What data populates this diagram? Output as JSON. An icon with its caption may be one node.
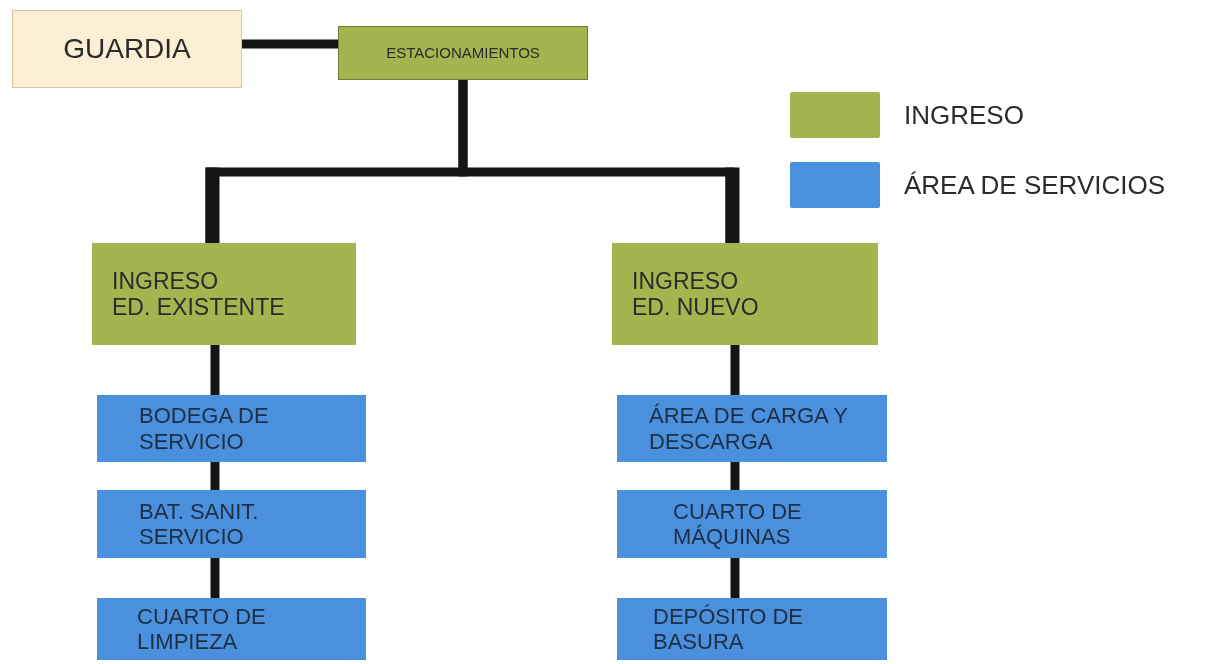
{
  "diagram": {
    "nodes": [
      {
        "text": [
          "GUARDIA"
        ]
      },
      {
        "text": [
          "ESTACIONAMIENTOS"
        ]
      },
      {
        "text": [
          "INGRESO",
          "ED. EXISTENTE"
        ]
      },
      {
        "text": [
          "INGRESO",
          "ED. NUEVO"
        ]
      },
      {
        "text": [
          "BODEGA DE SERVICIO"
        ]
      },
      {
        "text": [
          "BAT. SANIT. SERVICIO"
        ]
      },
      {
        "text": [
          "CUARTO DE LIMPIEZA"
        ]
      },
      {
        "text": [
          "ÁREA DE CARGA Y DESCARGA"
        ]
      },
      {
        "text": [
          "CUARTO DE MÁQUINAS"
        ]
      },
      {
        "text": [
          "DEPÓSITO DE BASURA"
        ]
      }
    ],
    "edges": [
      {
        "from": 0,
        "to": 1,
        "arrow": "none"
      },
      {
        "from": 1,
        "to": 2,
        "arrow": "none"
      },
      {
        "from": 1,
        "to": 3,
        "arrow": "none"
      },
      {
        "from": 2,
        "to": 4,
        "arrow": "none"
      },
      {
        "from": 4,
        "to": 5,
        "arrow": "none"
      },
      {
        "from": 5,
        "to": 6,
        "arrow": "none"
      },
      {
        "from": 3,
        "to": 7,
        "arrow": "none"
      },
      {
        "from": 7,
        "to": 8,
        "arrow": "none"
      },
      {
        "from": 8,
        "to": 9,
        "arrow": "none"
      }
    ],
    "legend": [
      {
        "text": "INGRESO",
        "color": "#a2b54f"
      },
      {
        "text": "ÁREA DE SERVICIOS",
        "color": "#4a90dc"
      }
    ]
  }
}
